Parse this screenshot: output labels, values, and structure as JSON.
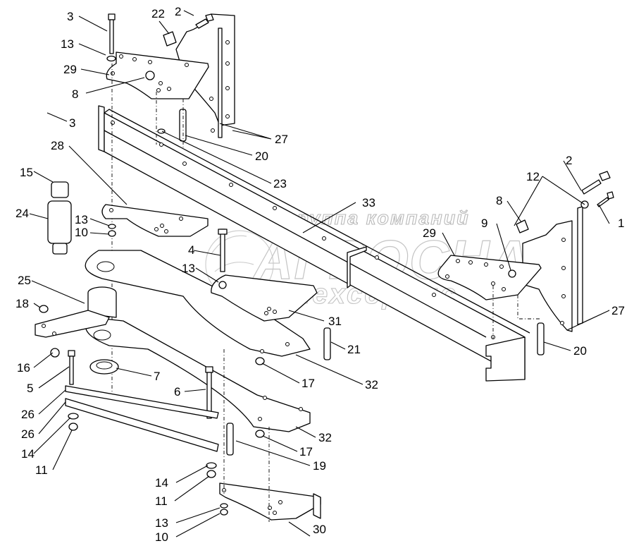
{
  "diagram": {
    "type": "exploded-parts-assembly",
    "watermark": {
      "line1": "группа компаний",
      "line2": "АГРОСНАБ",
      "line3": "техсервис"
    },
    "callouts": [
      {
        "id": "c3a",
        "label": "3"
      },
      {
        "id": "c22",
        "label": "22"
      },
      {
        "id": "c2a",
        "label": "2"
      },
      {
        "id": "c13a",
        "label": "13"
      },
      {
        "id": "c29a",
        "label": "29"
      },
      {
        "id": "c8a",
        "label": "8"
      },
      {
        "id": "c3b",
        "label": "3"
      },
      {
        "id": "c27a",
        "label": "27"
      },
      {
        "id": "c20a",
        "label": "20"
      },
      {
        "id": "c28",
        "label": "28"
      },
      {
        "id": "c23",
        "label": "23"
      },
      {
        "id": "c15",
        "label": "15"
      },
      {
        "id": "c2b",
        "label": "2"
      },
      {
        "id": "c12",
        "label": "12"
      },
      {
        "id": "c8b",
        "label": "8"
      },
      {
        "id": "c1",
        "label": "1"
      },
      {
        "id": "c33",
        "label": "33"
      },
      {
        "id": "c24",
        "label": "24"
      },
      {
        "id": "c13b",
        "label": "13"
      },
      {
        "id": "c10a",
        "label": "10"
      },
      {
        "id": "c9",
        "label": "9"
      },
      {
        "id": "c29b",
        "label": "29"
      },
      {
        "id": "c4",
        "label": "4"
      },
      {
        "id": "c13c",
        "label": "13"
      },
      {
        "id": "c25",
        "label": "25"
      },
      {
        "id": "c18",
        "label": "18"
      },
      {
        "id": "c31",
        "label": "31"
      },
      {
        "id": "c27b",
        "label": "27"
      },
      {
        "id": "c21",
        "label": "21"
      },
      {
        "id": "c20b",
        "label": "20"
      },
      {
        "id": "c16",
        "label": "16"
      },
      {
        "id": "c5",
        "label": "5"
      },
      {
        "id": "c7",
        "label": "7"
      },
      {
        "id": "c17a",
        "label": "17"
      },
      {
        "id": "c32a",
        "label": "32"
      },
      {
        "id": "c6",
        "label": "6"
      },
      {
        "id": "c26a",
        "label": "26"
      },
      {
        "id": "c26b",
        "label": "26"
      },
      {
        "id": "c14a",
        "label": "14"
      },
      {
        "id": "c32b",
        "label": "32"
      },
      {
        "id": "c17b",
        "label": "17"
      },
      {
        "id": "c11a",
        "label": "11"
      },
      {
        "id": "c19",
        "label": "19"
      },
      {
        "id": "c14b",
        "label": "14"
      },
      {
        "id": "c11b",
        "label": "11"
      },
      {
        "id": "c30",
        "label": "30"
      },
      {
        "id": "c13d",
        "label": "13"
      },
      {
        "id": "c10b",
        "label": "10"
      }
    ]
  }
}
